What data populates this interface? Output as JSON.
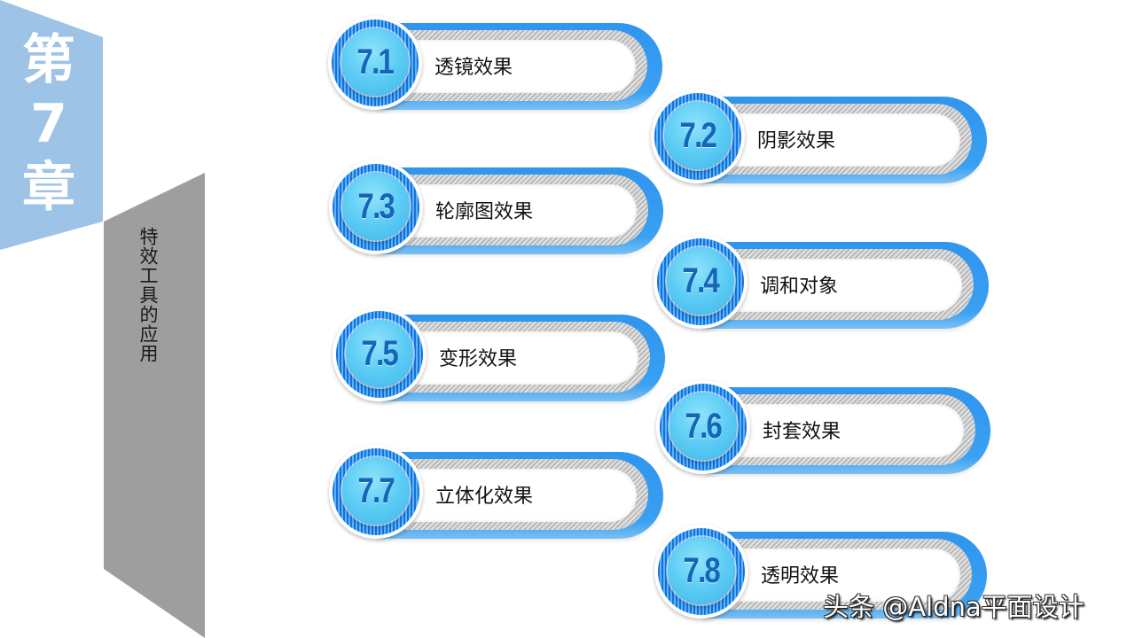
{
  "chapter": {
    "line1": "第",
    "number": "7",
    "line3": "章",
    "subtitle": "特效工具的应用"
  },
  "colors": {
    "chapter_band": "#9dc3e6",
    "subtitle_band": "#9e9e9e",
    "pill_blue": "#3aa0f2",
    "badge_number": "#1565b8",
    "badge_core": "#5cccf4"
  },
  "sections": [
    {
      "number": "7.1",
      "label": "透镜效果"
    },
    {
      "number": "7.2",
      "label": "阴影效果"
    },
    {
      "number": "7.3",
      "label": "轮廓图效果"
    },
    {
      "number": "7.4",
      "label": "调和对象"
    },
    {
      "number": "7.5",
      "label": "变形效果"
    },
    {
      "number": "7.6",
      "label": "封套效果"
    },
    {
      "number": "7.7",
      "label": "立体化效果"
    },
    {
      "number": "7.8",
      "label": "透明效果"
    }
  ],
  "watermark": "头条 @Aldna平面设计"
}
